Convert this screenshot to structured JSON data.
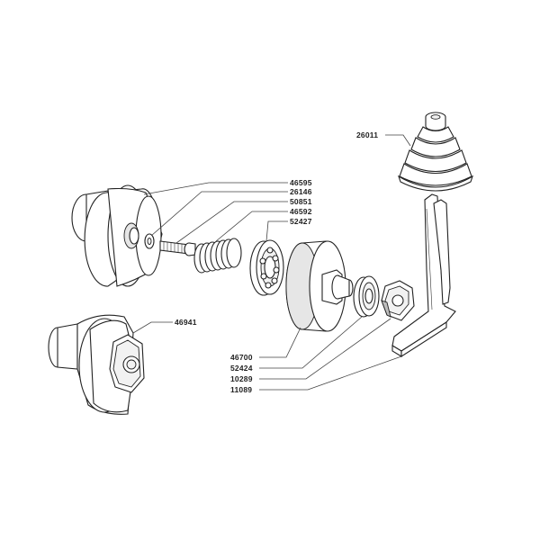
{
  "diagram": {
    "labels": {
      "p26011": "26011",
      "p46595": "46595",
      "p26146": "26146",
      "p50851": "50851",
      "p46592": "46592",
      "p52427": "52427",
      "p46941": "46941",
      "p46700": "46700",
      "p52424": "52424",
      "p10289": "10289",
      "p11089": "11089"
    }
  }
}
